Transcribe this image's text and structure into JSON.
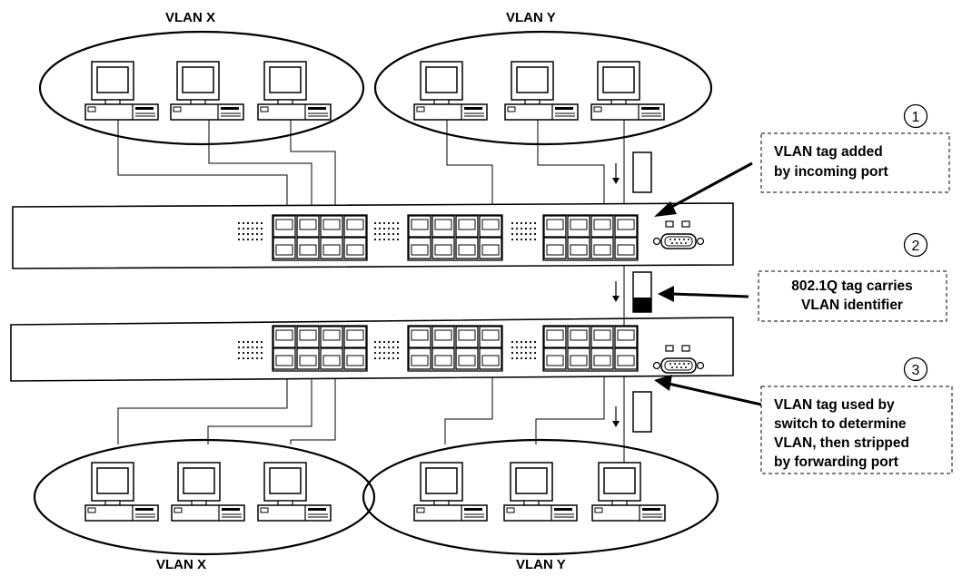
{
  "groups": {
    "top_left": "VLAN X",
    "top_right": "VLAN Y",
    "bottom_left": "VLAN X",
    "bottom_right": "VLAN Y"
  },
  "steps": [
    {
      "number": "1",
      "lines": [
        "VLAN tag added",
        "by incoming port"
      ]
    },
    {
      "number": "2",
      "lines": [
        "802.1Q tag carries",
        "VLAN identifier"
      ]
    },
    {
      "number": "3",
      "lines": [
        "VLAN tag used by",
        "switch to determine",
        "VLAN, then stripped",
        "by forwarding port"
      ]
    }
  ]
}
